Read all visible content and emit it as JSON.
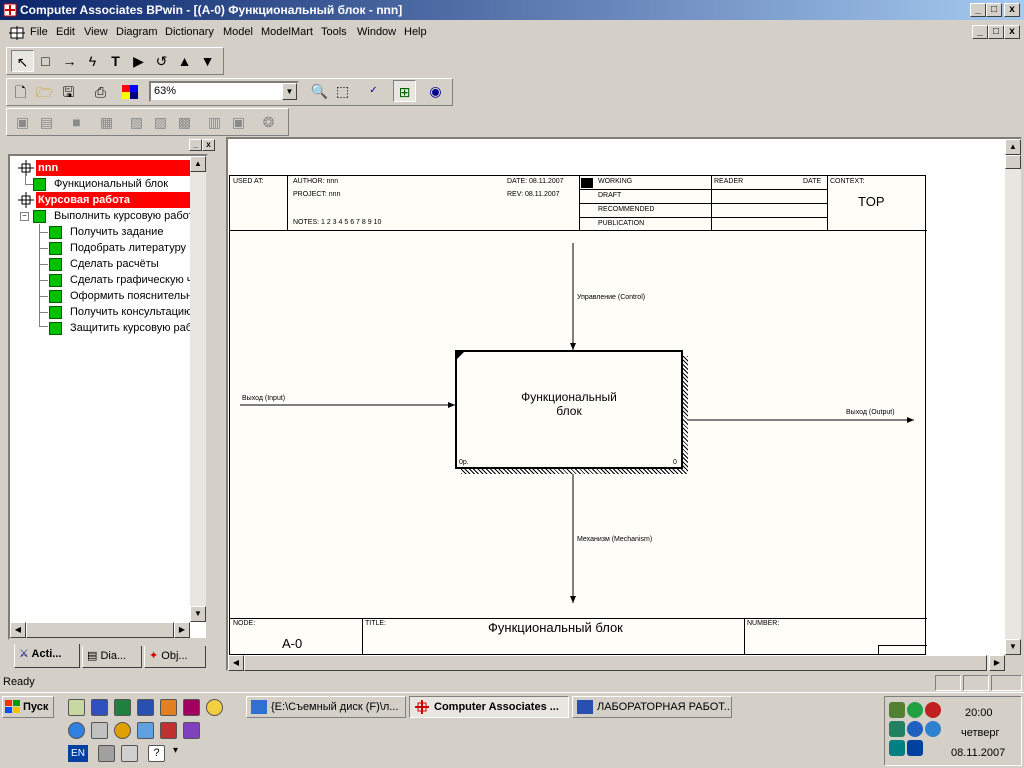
{
  "window": {
    "title": "Computer Associates BPwin - [(A-0) Функциональный блок - nnn]",
    "min_glyph": "_",
    "max_glyph": "□",
    "close_glyph": "x"
  },
  "menu": [
    "File",
    "Edit",
    "View",
    "Diagram",
    "Dictionary",
    "Model",
    "ModelMart",
    "Tools",
    "Window",
    "Help"
  ],
  "toolbar": {
    "zoom_value": "63%",
    "tools_row1": [
      "pointer-tool",
      "box-tool",
      "arrow-tool",
      "squiggle-tool",
      "text-tool",
      "go-to-sibling-tool",
      "rotate-tool",
      "up-tool",
      "down-tool"
    ]
  },
  "tree": {
    "model1": "nnn",
    "model1_child": "Функциональный блок",
    "model2": "Курсовая работа",
    "model2_child": "Выполнить курсовую работ",
    "leaves": [
      "Получить задание",
      "Подобрать литературу",
      "Сделать расчёты",
      "Сделать графическую ч",
      "Оформить пояснительн",
      "Получить консультацию",
      "Защитить курсовую раб"
    ]
  },
  "tabs": [
    "Acti...",
    "Dia...",
    "Obj..."
  ],
  "diagram": {
    "used_at": "USED AT:",
    "author": "AUTHOR:  nnn",
    "project": "PROJECT:  nnn",
    "date": "DATE:  08.11.2007",
    "rev": "REV:  08.11.2007",
    "notes": "NOTES:  1  2  3  4  5  6  7  8  9  10",
    "working": "WORKING",
    "draft": "DRAFT",
    "recommended": "RECOMMENDED",
    "publication": "PUBLICATION",
    "reader": "READER",
    "date2": "DATE",
    "context": "CONTEXT:",
    "top": "TOP",
    "control_label": "Управление (Control)",
    "input_label": "Выход (Input)",
    "output_label": "Выход (Output)",
    "mechanism_label": "Механизм (Mechanism)",
    "box_line1": "Функциональный",
    "box_line2": "блок",
    "box_cost": "0р.",
    "box_num": "0",
    "node": "NODE:",
    "node_value": "A-0",
    "title_label": "TITLE:",
    "title_value": "Функциональный  блок",
    "number": "NUMBER:"
  },
  "status": {
    "text": "Ready"
  },
  "taskbar": {
    "start": "Пуск",
    "tasks": [
      "{E:\\Съемный диск (F)\\л...",
      "Computer Associates ...",
      "ЛАБОРАТОРНАЯ РАБОТ..."
    ],
    "lang": "EN",
    "clock_time": "20:00",
    "clock_day": "четверг",
    "clock_date": "08.11.2007"
  },
  "colors": {
    "title_start": "#0a246a",
    "title_end": "#a6caf0",
    "tree_root_bg": "#ff0000",
    "tree_node": "#00c000",
    "face": "#d4d0c8"
  }
}
